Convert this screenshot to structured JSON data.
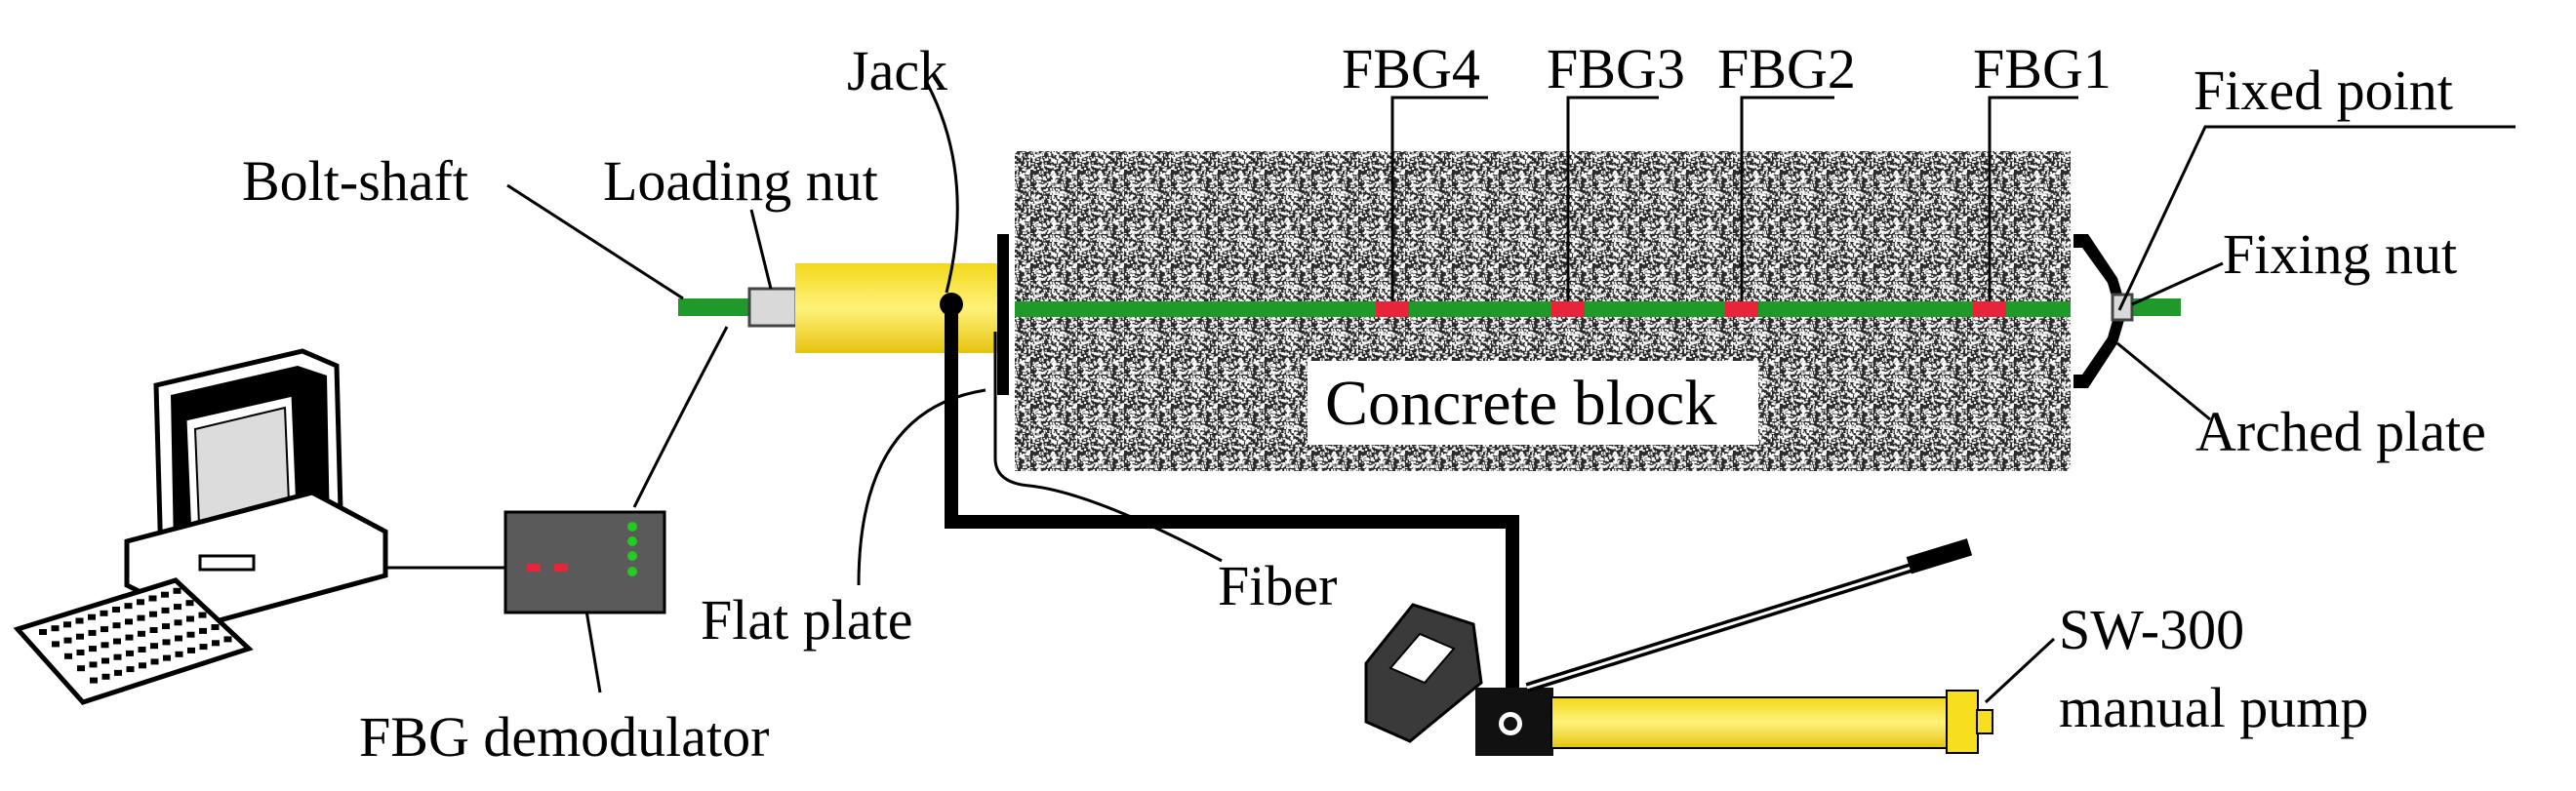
{
  "labels": {
    "jack": "Jack",
    "bolt_shaft": "Bolt-shaft",
    "loading_nut": "Loading nut",
    "fbg4": "FBG4",
    "fbg3": "FBG3",
    "fbg2": "FBG2",
    "fbg1": "FBG1",
    "fixed_point": "Fixed point",
    "fixing_nut": "Fixing nut",
    "concrete_block": "Concrete block",
    "arched_plate": "Arched plate",
    "flat_plate": "Flat plate",
    "fiber": "Fiber",
    "fbg_demodulator": "FBG demodulator",
    "pump_line1": "SW-300",
    "pump_line2": "manual pump"
  },
  "colors": {
    "bolt": "#1f9a2a",
    "fbg": "#e8243a",
    "jack": "#f7de1e",
    "pump": "#f7de1e",
    "concrete_dark": "#1a1a1a",
    "demodulator": "#555555",
    "led_green": "#22cc22"
  }
}
